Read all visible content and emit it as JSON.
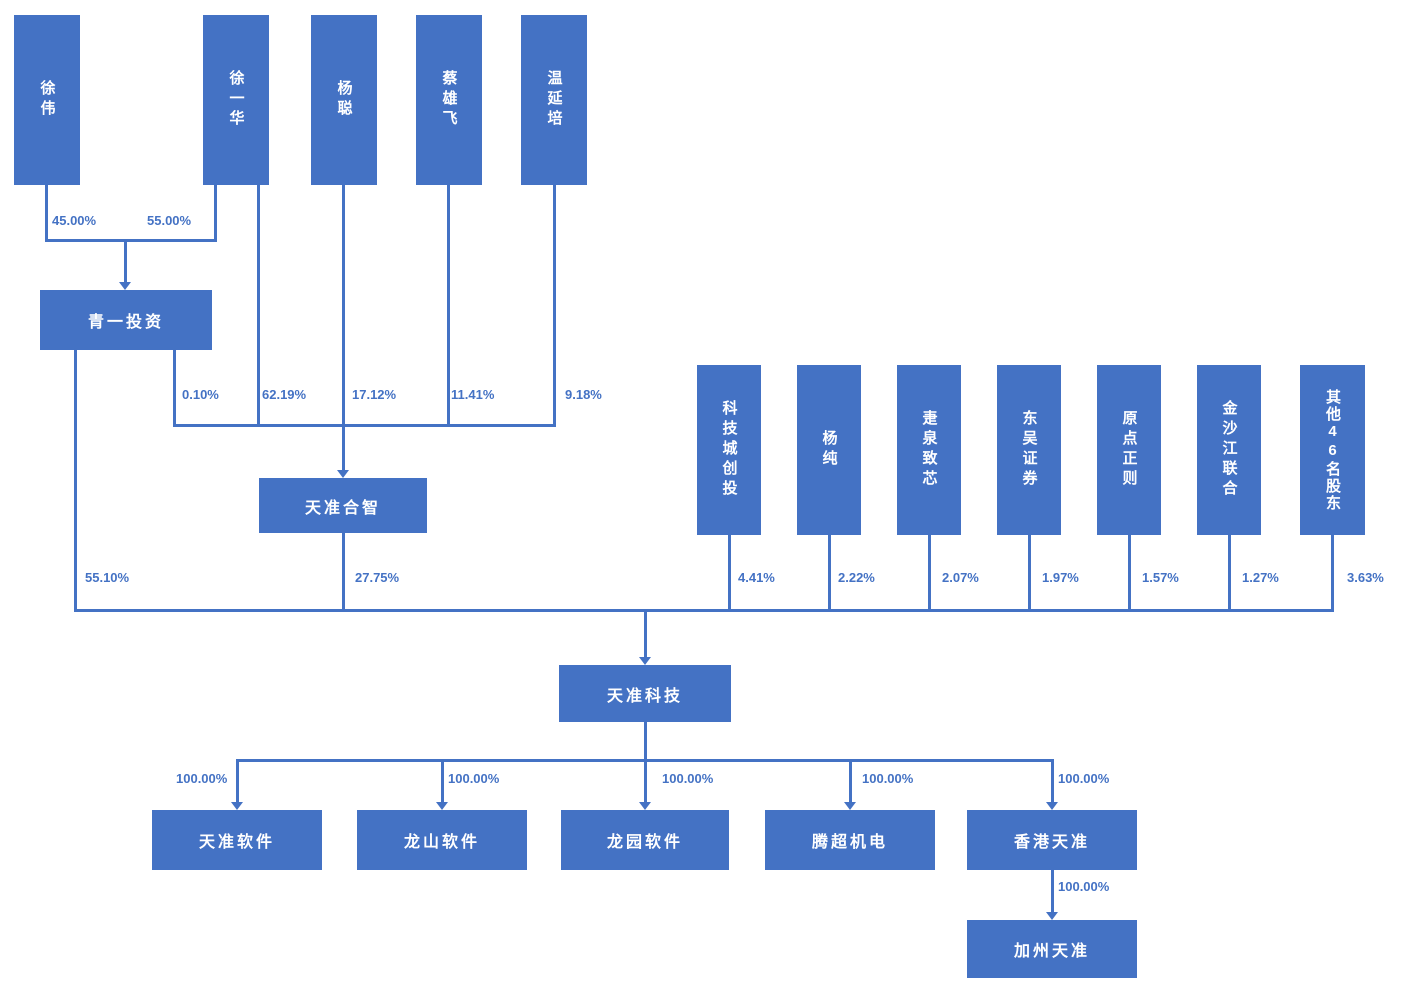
{
  "diagram": {
    "type": "equity-ownership-structure",
    "colors": {
      "box_fill": "#4472C4",
      "box_text": "#FFFFFF",
      "line": "#4472C4",
      "label_text": "#4472C4"
    }
  },
  "nodes": {
    "xuwei": "徐伟",
    "xuyihua": "徐一华",
    "yangcong": "杨聪",
    "caixiongfei": "蔡雄飞",
    "wenyanpei": "温延培",
    "qingyi": "青一投资",
    "hezhi": "天准合智",
    "kejicheng": "科技城创投",
    "yangchun": "杨纯",
    "jiequan": "疌泉致芯",
    "dongwu": "东吴证券",
    "yuandian": "原点正则",
    "jinshajiang": "金沙江联合",
    "qita": "其他46名股东",
    "tianzhun": "天准科技",
    "tzsoft": "天准软件",
    "longshan": "龙山软件",
    "longyuan": "龙园软件",
    "tengchao": "腾超机电",
    "hk": "香港天准",
    "ca": "加州天准"
  },
  "edges": {
    "xuwei_qingyi": "45.00%",
    "xuyihua_qingyi": "55.00%",
    "qingyi_hezhi": "0.10%",
    "xuyihua_hezhi": "62.19%",
    "yangcong_hezhi": "17.12%",
    "caixiongfei_hezhi": "11.41%",
    "wenyanpei_hezhi": "9.18%",
    "qingyi_tianzhun": "55.10%",
    "hezhi_tianzhun": "27.75%",
    "kejicheng_tianzhun": "4.41%",
    "yangchun_tianzhun": "2.22%",
    "jiequan_tianzhun": "2.07%",
    "dongwu_tianzhun": "1.97%",
    "yuandian_tianzhun": "1.57%",
    "jinshajiang_tianzhun": "1.27%",
    "qita_tianzhun": "3.63%",
    "tianzhun_tzsoft": "100.00%",
    "tianzhun_longshan": "100.00%",
    "tianzhun_longyuan": "100.00%",
    "tianzhun_tengchao": "100.00%",
    "tianzhun_hk": "100.00%",
    "hk_ca": "100.00%"
  }
}
